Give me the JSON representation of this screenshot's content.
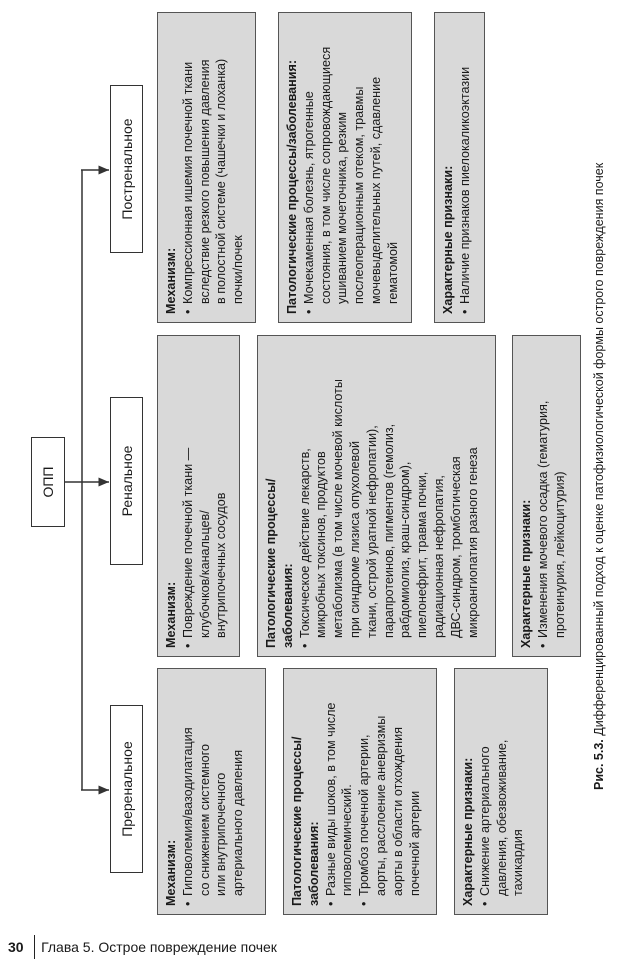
{
  "root": "ОПП",
  "columns": [
    {
      "title": "Преренальное",
      "mechanism": {
        "heading": "Механизм:",
        "items": [
          "Гиповолемия/вазодилатация\nсо снижением системного\nили внутрипочечного\nартериального давления"
        ]
      },
      "pathology": {
        "heading": "Патологические процессы/\nзаболевания:",
        "items": [
          "Разные виды шоков, в том числе\nгиповолемический.",
          "Тромбоз почечной артерии,\nаорты, расслоение аневризмы\nаорты в области отхождения\nпочечной артерии"
        ]
      },
      "signs": {
        "heading": "Характерные признаки:",
        "items": [
          "Снижение артериального\nдавления, обезвоживание,\nтахикардия"
        ]
      }
    },
    {
      "title": "Ренальное",
      "mechanism": {
        "heading": "Механизм:",
        "items": [
          "Повреждение почечной ткани —\nклубочков/канальцев/\nвнутрипочечных сосудов"
        ]
      },
      "pathology": {
        "heading": "Патологические процессы/\nзаболевания:",
        "items": [
          "Токсическое действие лекарств,\nмикробных токсинов, продуктов\nметаболизма (в том числе мочевой кислоты\nпри синдроме лизиса опухолевой\nткани, острой уратной нефропатии),\nпарапротеинов, пигментов (гемолиз,\nрабдомиолиз, краш-синдром),\nпиелонефрит, травма почки,\nрадиационная нефропатия,\nДВС-синдром, тромботическая\nмикроангиопатия разного генеза"
        ]
      },
      "signs": {
        "heading": "Характерные признаки:",
        "items": [
          "Изменения мочевого осадка (гематурия,\nпротеинурия, лейкоцитурия)"
        ]
      }
    },
    {
      "title": "Постренальное",
      "mechanism": {
        "heading": "Механизм:",
        "items": [
          "Компрессионная ишемия почечной ткани\nвследствие резкого повышения давления\nв полостной системе (чашечки и лоханка)\nпочки/почек"
        ]
      },
      "pathology": {
        "heading": "Патологические процессы/заболевания:",
        "items": [
          "Мочекаменная болезнь, ятрогенные\nсостояния, в том числе сопровождающиеся\nушиванием мочеточника, резким\nпослеоперационным отеком, травмы\nмочевыделительных путей, сдавление\nгематомой"
        ]
      },
      "signs": {
        "heading": "Характерные признаки:",
        "items": [
          "Наличие признаков пиелокаликоэктазии"
        ]
      }
    }
  ],
  "caption": {
    "label": "Рис. 5.3.",
    "text": " Дифференцированный подход к оценке патофизиологической формы острого повреждения почек"
  },
  "footer": {
    "page": "30",
    "chapter": "Глава 5. Острое повреждение почек"
  }
}
